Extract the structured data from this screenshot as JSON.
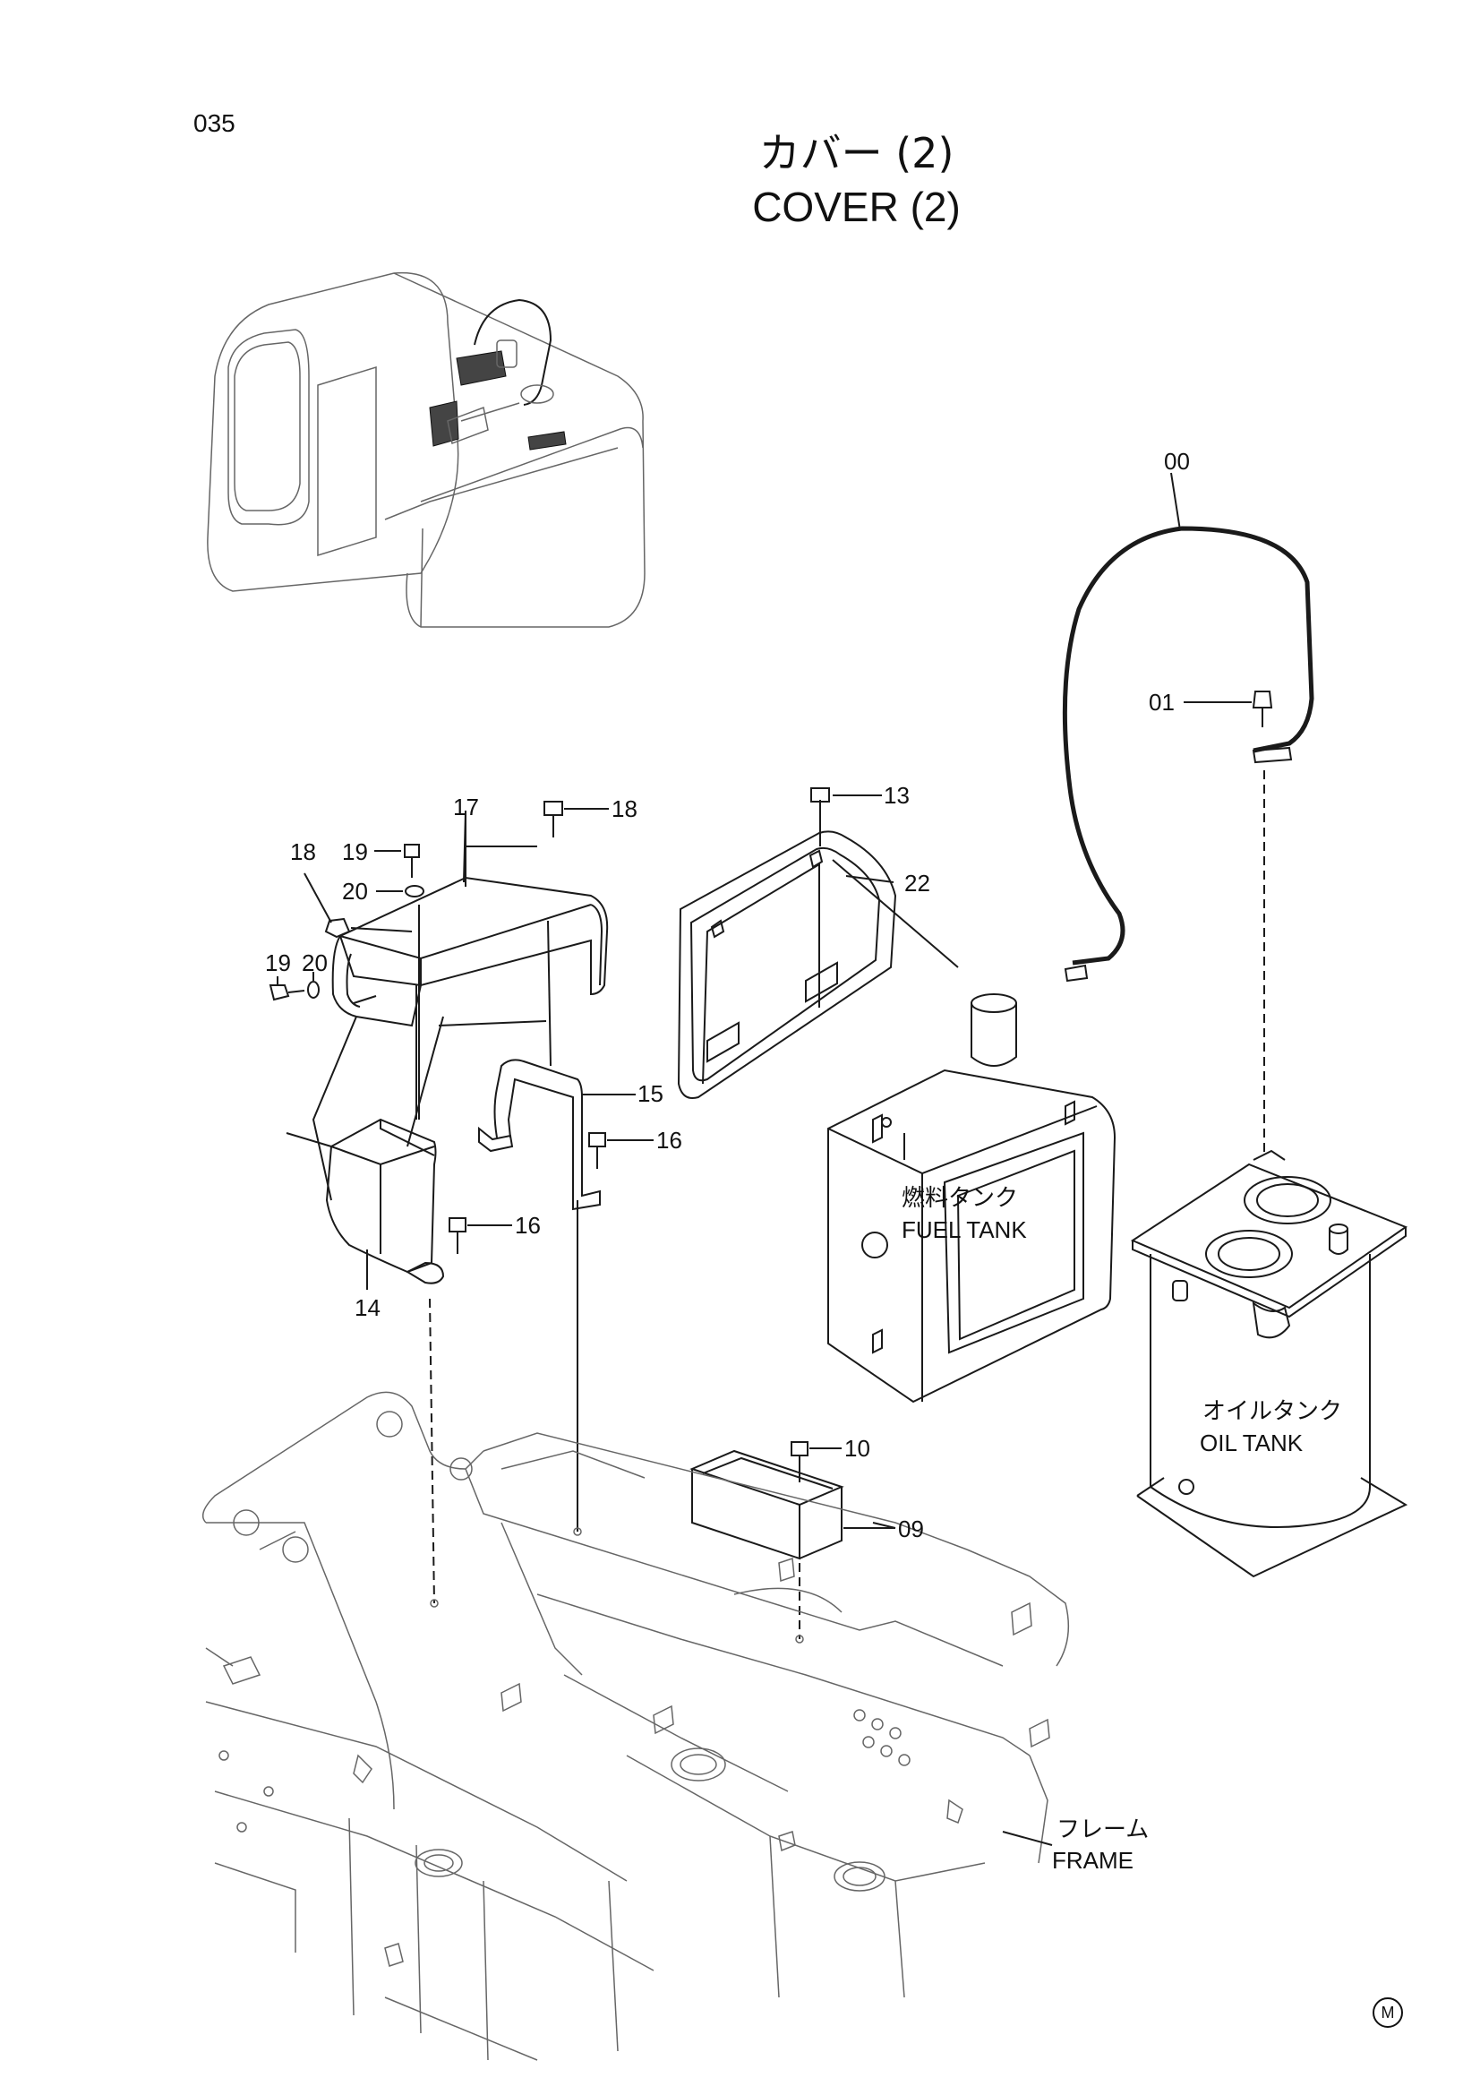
{
  "page_number": "035",
  "title": {
    "jp": "カバー (2)",
    "en": "COVER (2)"
  },
  "part_numbers": {
    "p00": "00",
    "p01": "01",
    "p09": "09",
    "p10": "10",
    "p13": "13",
    "p14": "14",
    "p15": "15",
    "p16a": "16",
    "p16b": "16",
    "p17": "17",
    "p18a": "18",
    "p18b": "18",
    "p19a": "19",
    "p19b": "19",
    "p20a": "20",
    "p20b": "20",
    "p22": "22"
  },
  "component_labels": {
    "fuel_tank_jp": "燃料タンク",
    "fuel_tank_en": "FUEL TANK",
    "oil_tank_jp": "オイルタンク",
    "oil_tank_en": "OIL TANK",
    "frame_jp": "フレーム",
    "frame_en": "FRAME"
  },
  "corner_mark": "M"
}
